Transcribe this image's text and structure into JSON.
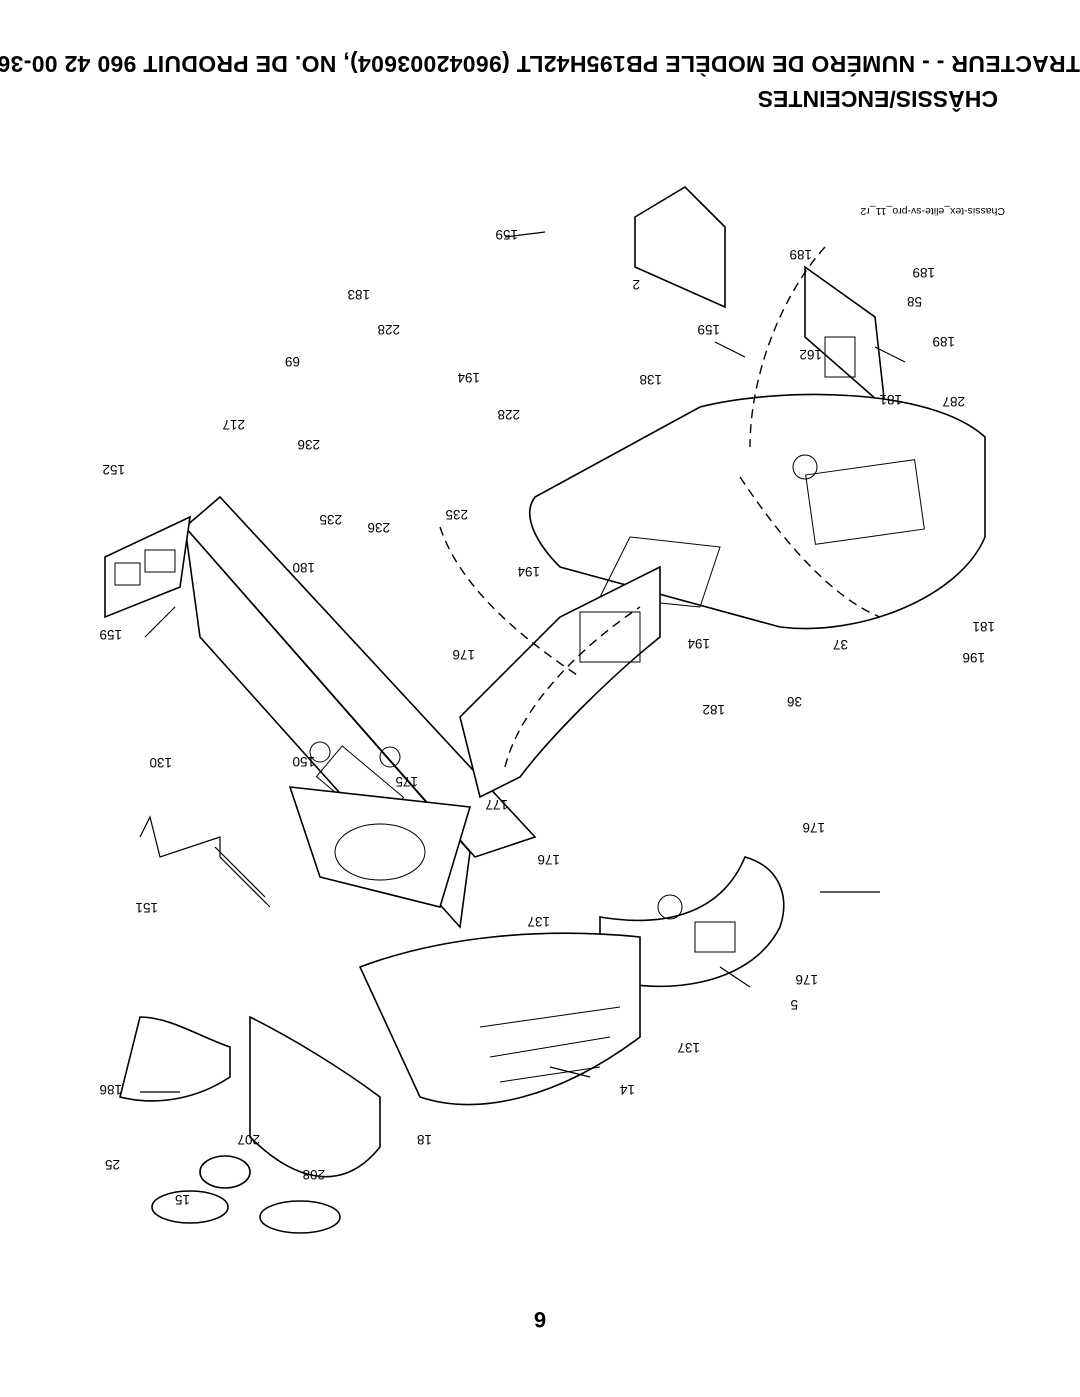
{
  "header": {
    "title_line1": "TRACTEUR - - NUMÉRO DE MODÈLE PB195H42LT (96042003604), NO. DE PRODUIT 960 42 00-36",
    "title_line2": "CHÂSSIS/ENCEINTES",
    "page_number": "6"
  },
  "drawing_ref": "Chassis-tex_elite-sv-pro_11_r2",
  "part_numbers": {
    "p159_top": "159",
    "p2": "2",
    "p189_a": "189",
    "p189_b": "189",
    "p189_c": "189",
    "p58": "58",
    "p159_mid": "159",
    "p183": "183",
    "p228_a": "228",
    "p69": "69",
    "p162": "162",
    "p138": "138",
    "p194_a": "194",
    "p181_a": "181",
    "p287": "287",
    "p228_b": "228",
    "p217": "217",
    "p236_a": "236",
    "p152": "152",
    "p235_a": "235",
    "p236_b": "236",
    "p235_b": "235",
    "p180": "180",
    "p194_b": "194",
    "p181_b": "181",
    "p196": "196",
    "p37": "37",
    "p194_c": "194",
    "p159_bot": "159",
    "p176_a": "176",
    "p36": "36",
    "p182": "182",
    "p130": "130",
    "p150": "150",
    "p175": "175",
    "p177": "177",
    "p176_b": "176",
    "p176_c": "176",
    "p151": "151",
    "p137_a": "137",
    "p176_d": "176",
    "p5": "5",
    "p137_b": "137",
    "p186": "186",
    "p14": "14",
    "p207": "207",
    "p18": "18",
    "p25": "25",
    "p208": "208",
    "p15": "15"
  }
}
